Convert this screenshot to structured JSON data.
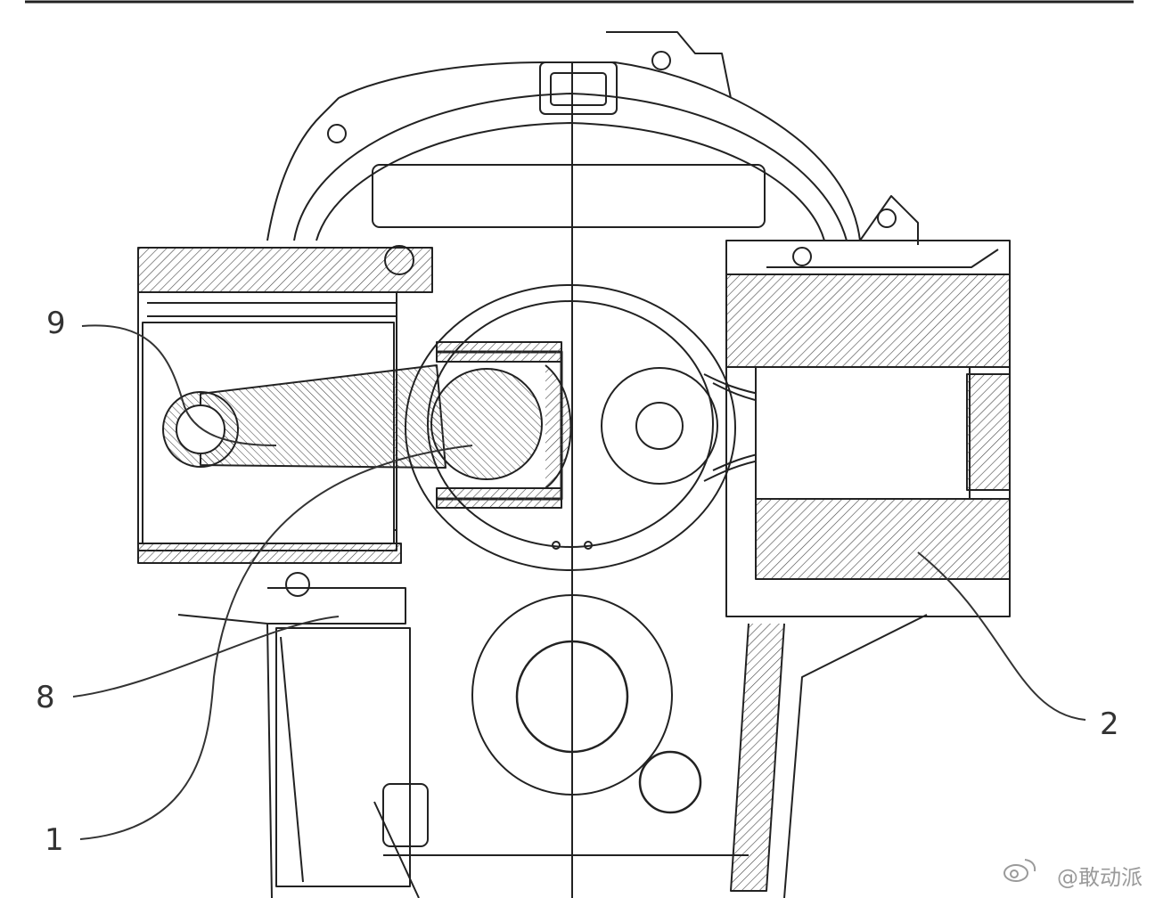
{
  "callouts": {
    "c9": "9",
    "c8": "8",
    "c1": "1",
    "c2": "2"
  },
  "watermark": {
    "text": "@敢动派",
    "icon": "weibo-logo-icon"
  },
  "colors": {
    "line": "#222222",
    "leader": "#333333",
    "hatch": "#444444",
    "watermark": "#9a9a9a"
  }
}
